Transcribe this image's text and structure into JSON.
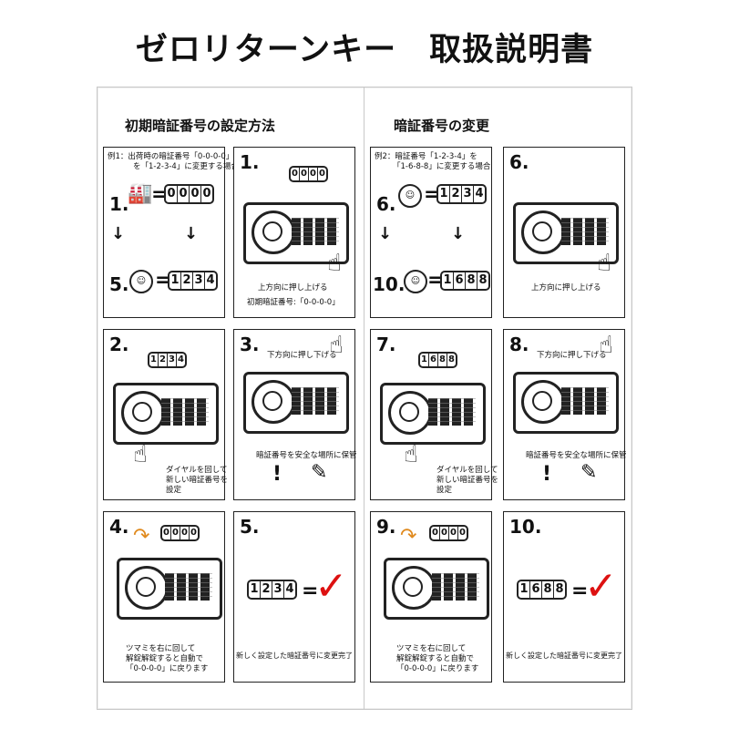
{
  "title": "ゼロリターンキー　取扱説明書",
  "left_heading": "初期暗証番号の設定方法",
  "right_heading": "暗証番号の変更",
  "panels": {
    "p1": {
      "line1": "例1：出荷時の暗証番号「0-0-0-0」",
      "line2": "を「1-2-3-4」に変更する場合",
      "num_a": "1.",
      "num_b": "5.",
      "combo_a": [
        "0",
        "0",
        "0",
        "0"
      ],
      "combo_b": [
        "1",
        "2",
        "3",
        "4"
      ]
    },
    "p2": {
      "num": "1.",
      "combo": [
        "0",
        "0",
        "0",
        "0"
      ],
      "caption": "上方向に押し上げる",
      "caption2": "初期暗証番号:「0-0-0-0」"
    },
    "p3": {
      "num": "2.",
      "combo": [
        "1",
        "2",
        "3",
        "4"
      ],
      "caption1": "ダイヤルを回して",
      "caption2": "新しい暗証番号を",
      "caption3": "設定"
    },
    "p4": {
      "num": "3.",
      "caption_top": "下方向に押し下げる",
      "caption": "暗証番号を安全な場所に保管",
      "mark": "!"
    },
    "p5": {
      "num": "4.",
      "combo": [
        "0",
        "0",
        "0",
        "0"
      ],
      "caption1": "ツマミを右に回して",
      "caption2": "解錠解錠すると自動で",
      "caption3": "「0-0-0-0」に戻ります"
    },
    "p6": {
      "num": "5.",
      "combo": [
        "1",
        "2",
        "3",
        "4"
      ],
      "eq": "=",
      "check": "✓",
      "caption": "新しく設定した暗証番号に変更完了"
    },
    "p7": {
      "line1": "例2：暗証番号「1-2-3-4」を",
      "line2": "「1-6-8-8」に変更する場合",
      "num_a": "6.",
      "num_b": "10.",
      "combo_a": [
        "1",
        "2",
        "3",
        "4"
      ],
      "combo_b": [
        "1",
        "6",
        "8",
        "8"
      ]
    },
    "p8": {
      "num": "6.",
      "caption": "上方向に押し上げる"
    },
    "p9": {
      "num": "7.",
      "combo": [
        "1",
        "6",
        "8",
        "8"
      ],
      "caption1": "ダイヤルを回して",
      "caption2": "新しい暗証番号を",
      "caption3": "設定"
    },
    "p10": {
      "num": "8.",
      "caption_top": "下方向に押し下げる",
      "caption": "暗証番号を安全な場所に保管",
      "mark": "!"
    },
    "p11": {
      "num": "9.",
      "combo": [
        "0",
        "0",
        "0",
        "0"
      ],
      "caption1": "ツマミを右に回して",
      "caption2": "解錠解錠すると自動で",
      "caption3": "「0-0-0-0」に戻ります"
    },
    "p12": {
      "num": "10.",
      "combo": [
        "1",
        "6",
        "8",
        "8"
      ],
      "eq": "=",
      "check": "✓",
      "caption": "新しく設定した暗証番号に変更完了"
    }
  },
  "symbols": {
    "equals": "=",
    "down_arrow": "↓",
    "face": "☺",
    "factory": "🏭",
    "hand": "☝",
    "rotate": "↷",
    "pencil": "✎"
  }
}
